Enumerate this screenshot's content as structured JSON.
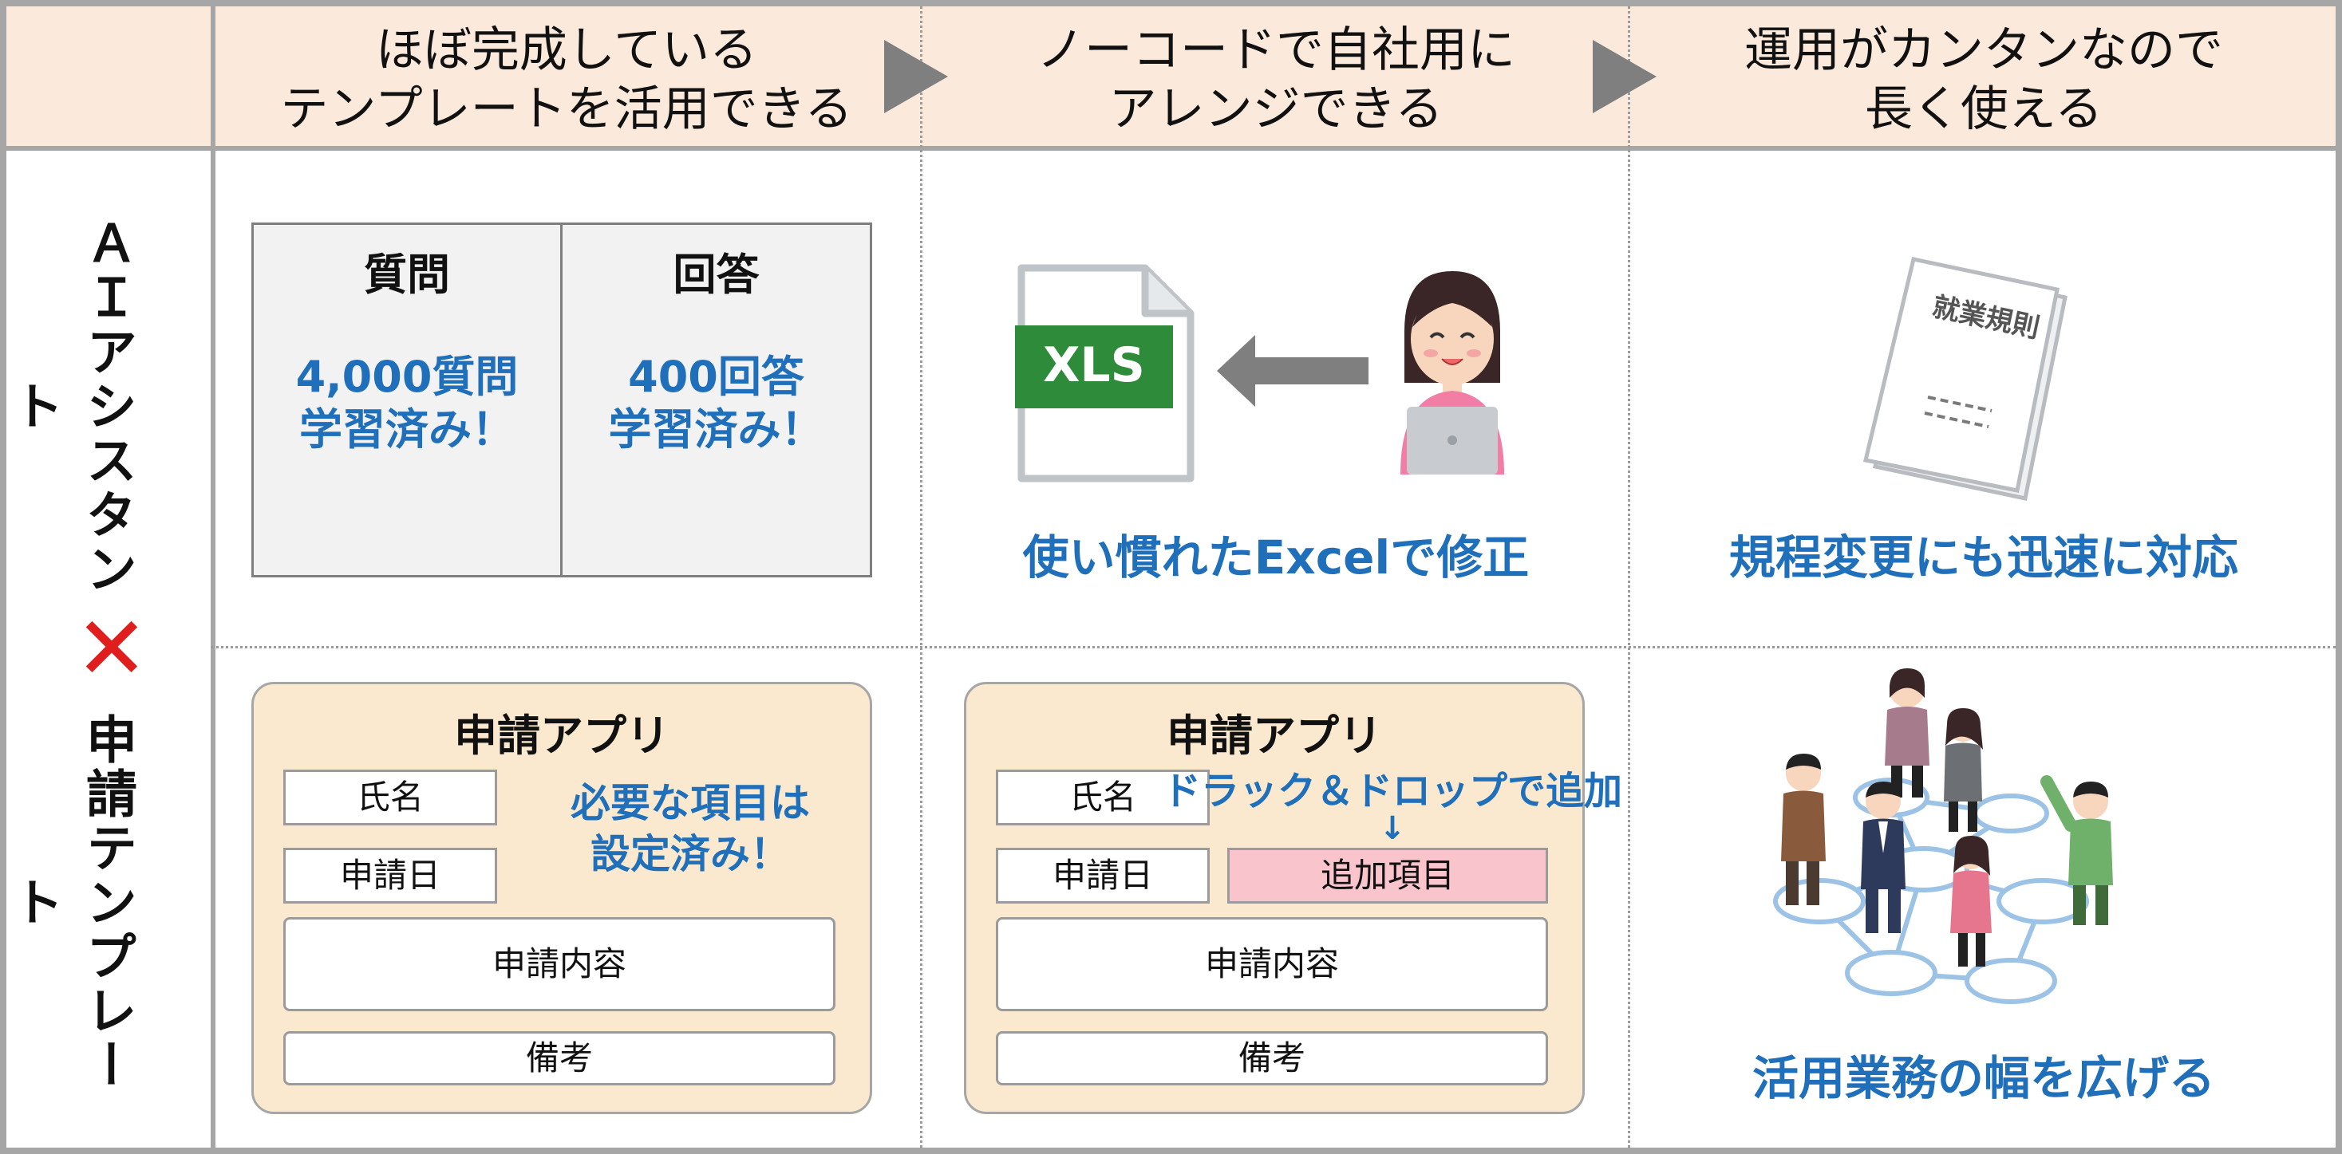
{
  "header": {
    "col1_line1": "ほぼ完成している",
    "col1_line2": "テンプレートを活用できる",
    "col2_line1": "ノーコードで自社用に",
    "col2_line2": "アレンジできる",
    "col3_line1": "運用がカンタンなので",
    "col3_line2": "長く使える"
  },
  "left": {
    "label_top": "ＡＩアシスタント",
    "cross_symbol": "✕",
    "label_bottom": "申請テンプレート"
  },
  "ai_row": {
    "question_title": "質問",
    "question_count": "4,000質問",
    "question_status": "学習済み！",
    "answer_title": "回答",
    "answer_count": "400回答",
    "answer_status": "学習済み！",
    "xls_label": "XLS",
    "excel_caption": "使い慣れたExcelで修正",
    "rules_doc_title": "就業規則",
    "rules_caption": "規程変更にも迅速に対応"
  },
  "template_row": {
    "app1": {
      "title": "申請アプリ",
      "field_name": "氏名",
      "field_date": "申請日",
      "field_content": "申請内容",
      "field_note": "備考",
      "note_line1": "必要な項目は",
      "note_line2": "設定済み！"
    },
    "app2": {
      "title": "申請アプリ",
      "field_name": "氏名",
      "field_date": "申請日",
      "field_content": "申請内容",
      "field_note": "備考",
      "drag_text": "ドラック＆ドロップで追加",
      "drag_arrow": "↓",
      "added_field": "追加項目"
    },
    "people_caption": "活用業務の幅を広げる"
  },
  "colors": {
    "header_bg": "#fbe9db",
    "border_gray": "#a6a6a6",
    "accent_blue": "#1f6fba",
    "cross_red": "#e01e1e",
    "app_bg": "#fbe9cf",
    "added_field_pink": "#f9c4cc",
    "xls_green": "#2e8b3a"
  }
}
